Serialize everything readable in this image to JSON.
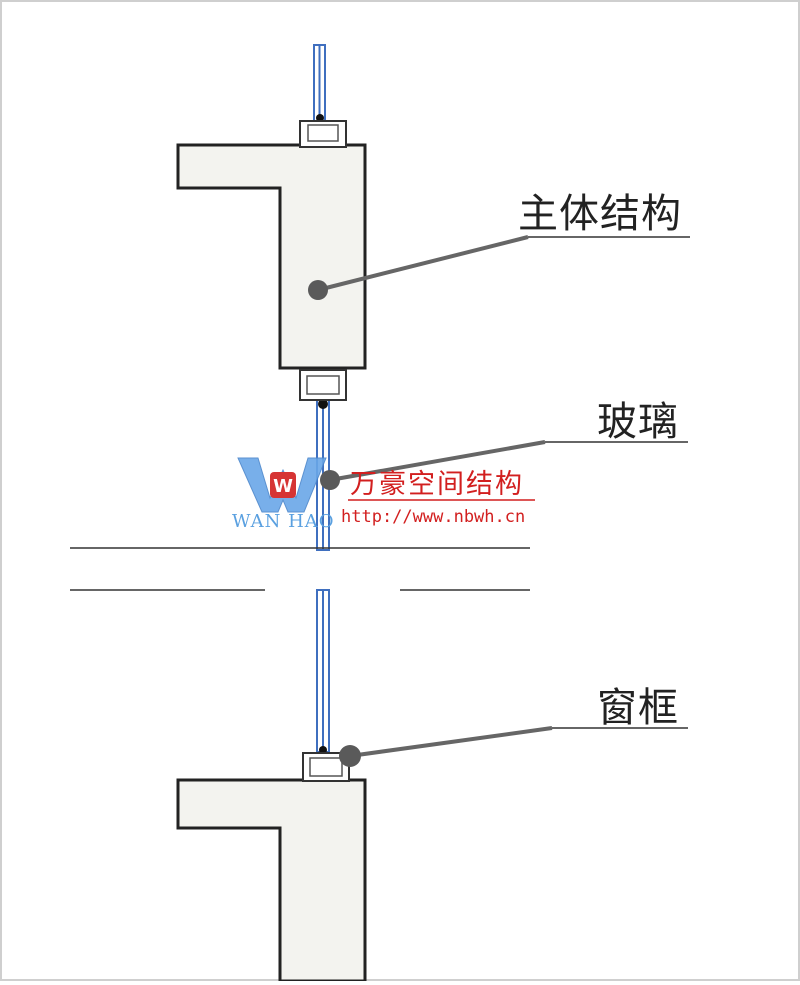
{
  "labels": {
    "main_structure": "主体结构",
    "glass": "玻璃",
    "window_frame": "窗框"
  },
  "watermark": {
    "logo_letter": "W",
    "brand": "WAN HAO",
    "chinese": "万豪空间结构",
    "url": "http://www.nbwh.cn"
  },
  "colors": {
    "wall_fill": "#f3f3ef",
    "background": "#ffffff",
    "glass_blue": "#4a78c8",
    "leader": "#666666",
    "watermark_red": "#d21f1f",
    "watermark_blue": "#5aa0e0"
  }
}
